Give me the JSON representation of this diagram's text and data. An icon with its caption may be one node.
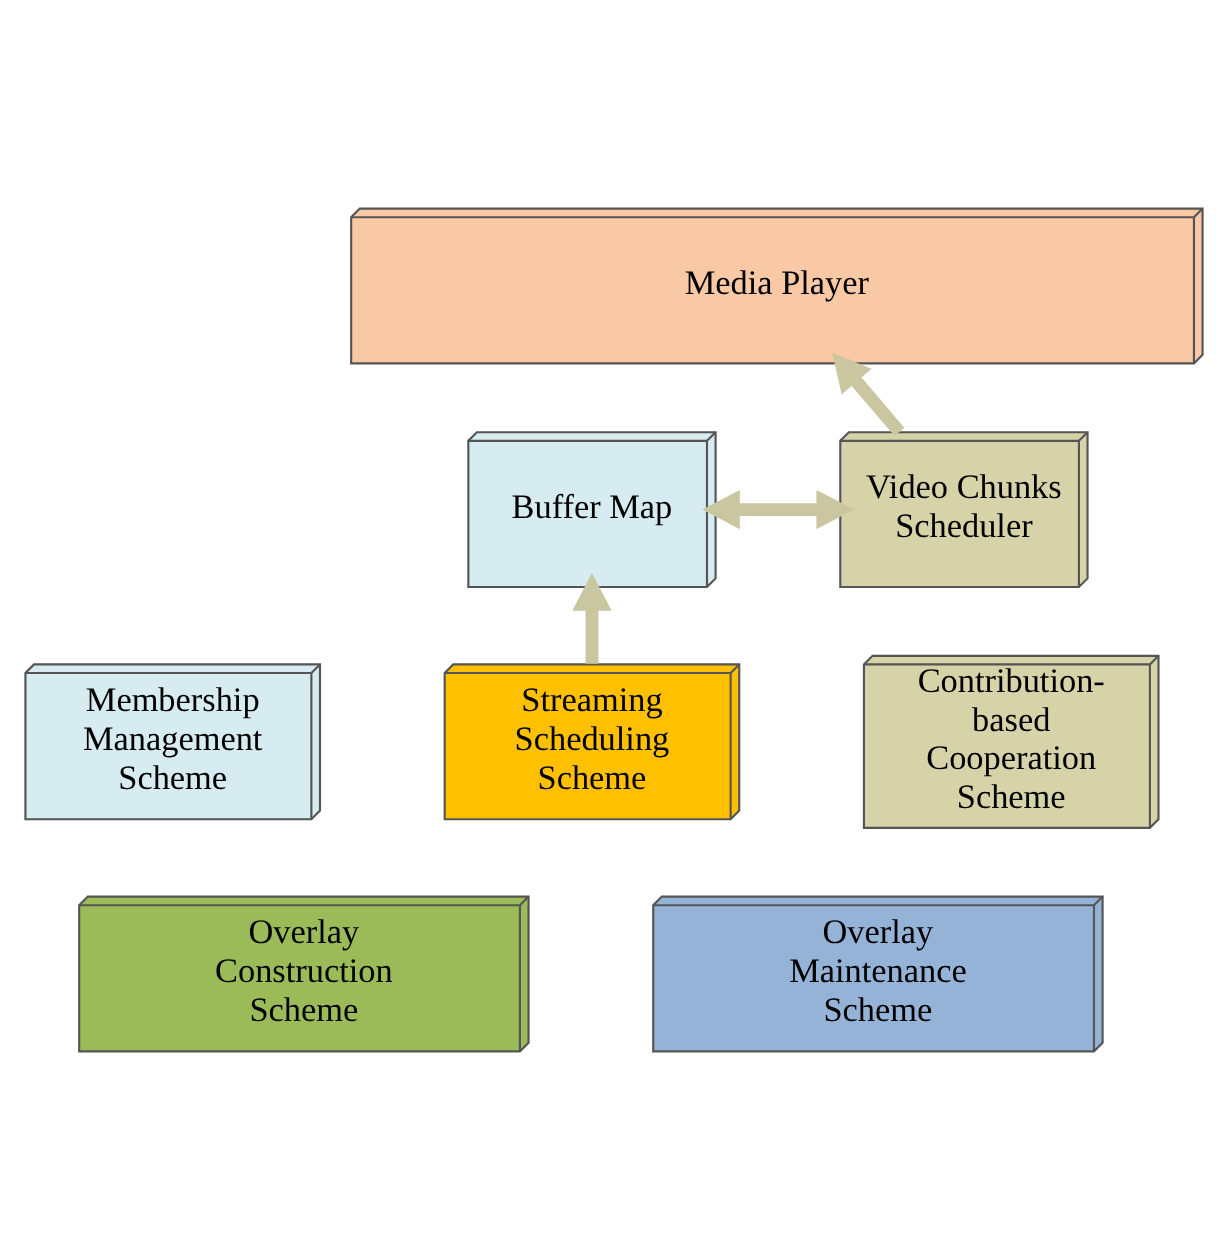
{
  "diagram": {
    "nodes": [
      {
        "text": [
          "Media Player"
        ]
      },
      {
        "text": [
          "Buffer Map"
        ]
      },
      {
        "text": [
          "Video Chunks Scheduler"
        ]
      },
      {
        "text": [
          "Membership Management Scheme"
        ]
      },
      {
        "text": [
          "Streaming Scheduling Scheme"
        ]
      },
      {
        "text": [
          "Contribution-based Cooperation Scheme"
        ]
      },
      {
        "text": [
          "Overlay Construction Scheme"
        ]
      },
      {
        "text": [
          "Overlay Maintenance Scheme"
        ]
      }
    ],
    "edges": [
      {
        "from": 2,
        "to": 0,
        "arrow": "to"
      },
      {
        "from": 1,
        "to": 2,
        "arrow": "both"
      },
      {
        "from": 4,
        "to": 1,
        "arrow": "to"
      }
    ]
  }
}
